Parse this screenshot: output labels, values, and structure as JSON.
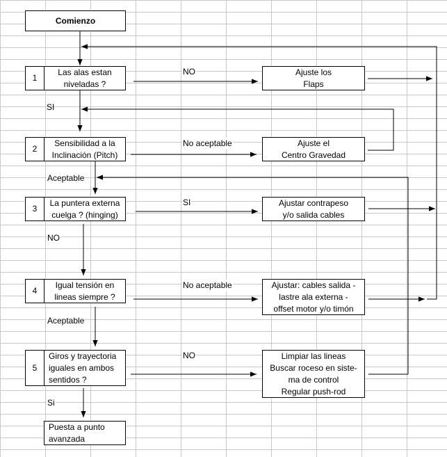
{
  "start": "Comienzo",
  "steps": [
    {
      "number": "1",
      "question": "Las alas estan\nniveladas ?",
      "branch_label": "NO",
      "action": "Ajuste los\nFlaps",
      "down_label": "SI"
    },
    {
      "number": "2",
      "question": "Sensibilidad a la\nInclinación (Pitch)",
      "branch_label": "No aceptable",
      "action": "Ajuste el\nCentro Gravedad",
      "down_label": "Aceptable"
    },
    {
      "number": "3",
      "question": "La puntera externa\ncuelga ? (hinging)",
      "branch_label": "SI",
      "action": "Ajustar contrapeso\ny/o salida cables",
      "down_label": "NO"
    },
    {
      "number": "4",
      "question": "Igual tensión en\nlineas siempre ?",
      "branch_label": "No aceptable",
      "action": "Ajustar: cables salida -\nlastre ala externa -\noffset motor y/o timón",
      "down_label": "Aceptable"
    },
    {
      "number": "5",
      "question": "Giros y trayectoria\niguales en ambos\nsentidos ?",
      "branch_label": "NO",
      "action": "Limpiar las lineas\nBuscar roceso en siste-\nma de control\nRegular push-rod",
      "down_label": "Si"
    }
  ],
  "end": "Puesta a punto\navanzada"
}
